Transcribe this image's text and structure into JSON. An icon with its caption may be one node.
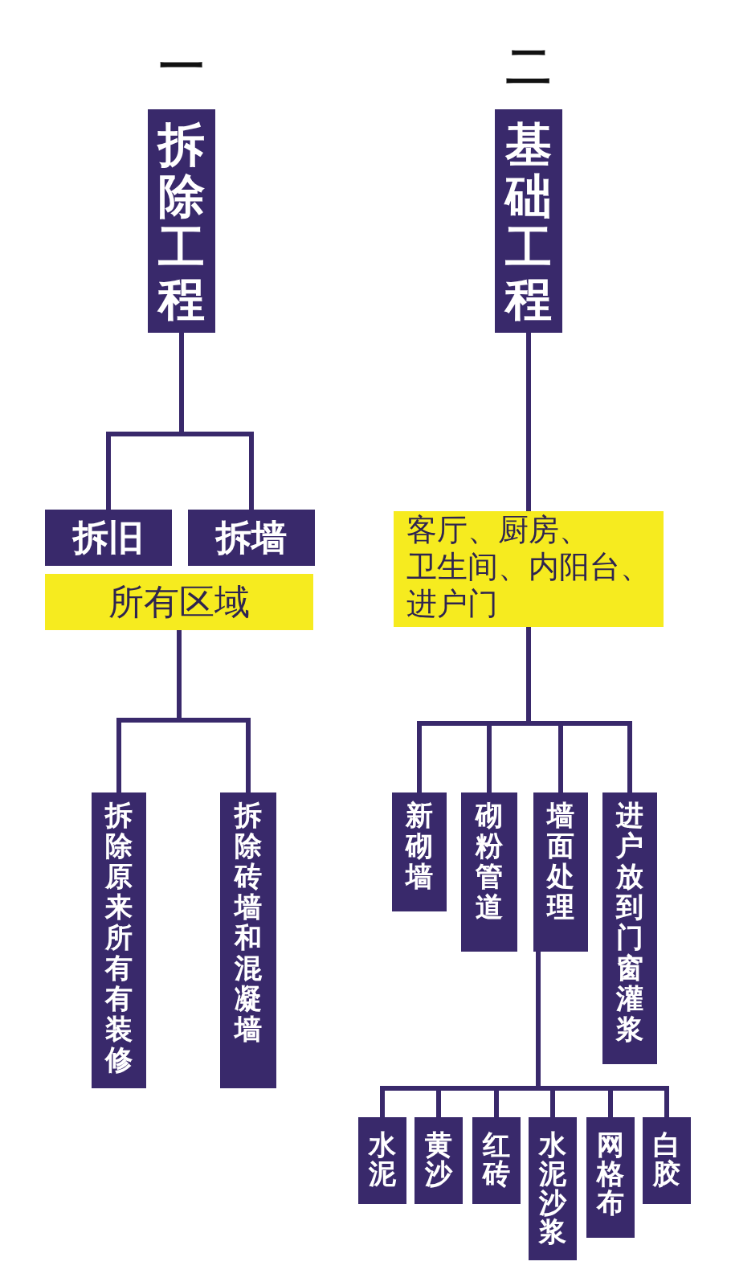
{
  "diagram": {
    "nodes": [
      {
        "text": [
          "一",
          "拆除工程"
        ]
      },
      {
        "text": [
          "二",
          "基础工程"
        ]
      },
      {
        "text": [
          "拆旧"
        ]
      },
      {
        "text": [
          "拆墙"
        ]
      },
      {
        "text": [
          "所有区域"
        ]
      },
      {
        "text": [
          "客厅、厨房、卫生间、内阳台、进户门"
        ]
      },
      {
        "text": [
          "拆除原来所有有装修"
        ]
      },
      {
        "text": [
          "拆除砖墙和混凝墙"
        ]
      },
      {
        "text": [
          "新砌墙"
        ]
      },
      {
        "text": [
          "砌粉管道"
        ]
      },
      {
        "text": [
          "墙面处理"
        ]
      },
      {
        "text": [
          "进户放到门窗灌浆"
        ]
      },
      {
        "text": [
          "水泥"
        ]
      },
      {
        "text": [
          "黄沙"
        ]
      },
      {
        "text": [
          "红砖"
        ]
      },
      {
        "text": [
          "水泥沙浆"
        ]
      },
      {
        "text": [
          "网格布"
        ]
      },
      {
        "text": [
          "白胶"
        ]
      }
    ],
    "edges": [
      {
        "from": 0,
        "to": 2,
        "arrow": "none"
      },
      {
        "from": 0,
        "to": 3,
        "arrow": "none"
      },
      {
        "from": 4,
        "to": 6,
        "arrow": "none"
      },
      {
        "from": 4,
        "to": 7,
        "arrow": "none"
      },
      {
        "from": 1,
        "to": 5,
        "arrow": "none"
      },
      {
        "from": 5,
        "to": 8,
        "arrow": "none"
      },
      {
        "from": 5,
        "to": 9,
        "arrow": "none"
      },
      {
        "from": 5,
        "to": 10,
        "arrow": "none"
      },
      {
        "from": 5,
        "to": 11,
        "arrow": "none"
      },
      {
        "from": 10,
        "to": 12,
        "arrow": "none"
      },
      {
        "from": 10,
        "to": 13,
        "arrow": "none"
      },
      {
        "from": 10,
        "to": 14,
        "arrow": "none"
      },
      {
        "from": 10,
        "to": 15,
        "arrow": "none"
      },
      {
        "from": 10,
        "to": 16,
        "arrow": "none"
      },
      {
        "from": 10,
        "to": 17,
        "arrow": "none"
      }
    ]
  }
}
